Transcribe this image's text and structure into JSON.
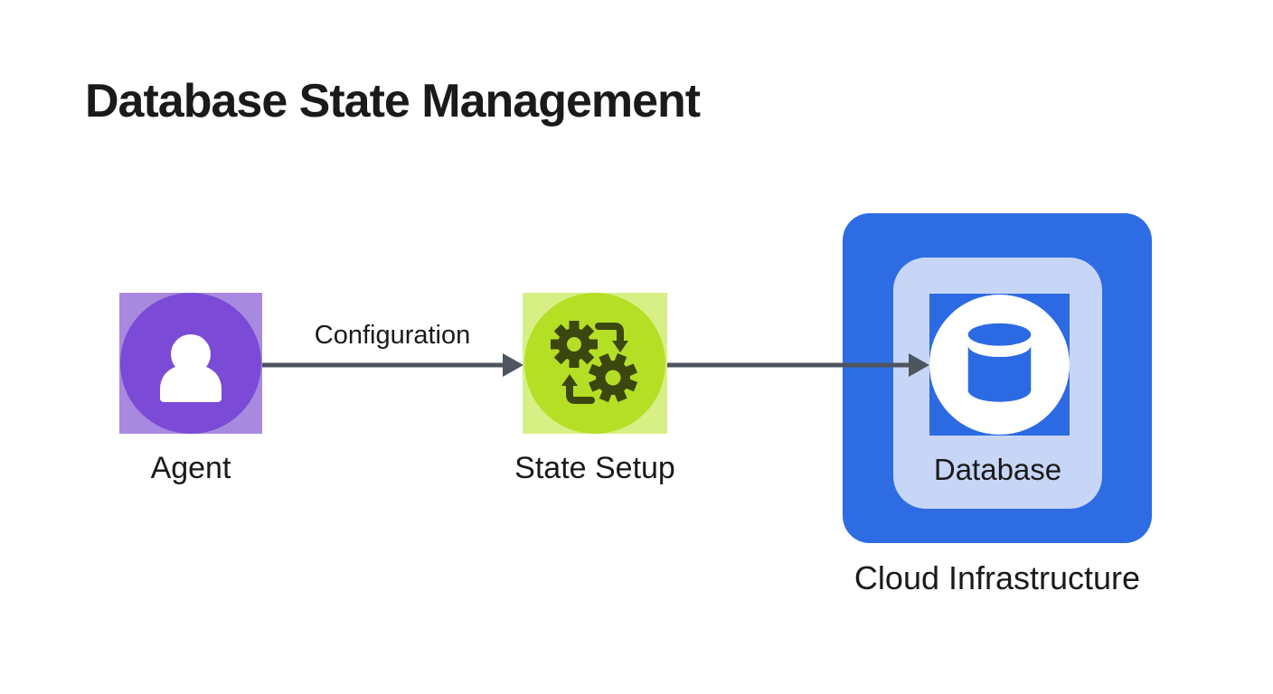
{
  "title": "Database State Management",
  "nodes": {
    "agent": {
      "label": "Agent",
      "icon": "person-icon"
    },
    "state_setup": {
      "label": "State Setup",
      "icon": "gears-sync-icon"
    },
    "database": {
      "label": "Database",
      "icon": "database-cylinder-icon"
    },
    "cloud": {
      "label": "Cloud Infrastructure"
    }
  },
  "edges": [
    {
      "from": "Agent",
      "to": "State Setup",
      "label": "Configuration"
    },
    {
      "from": "State Setup",
      "to": "Database",
      "label": ""
    }
  ],
  "colors": {
    "text": "#1a1a1a",
    "agent-square": "#a78ae0",
    "agent-circle": "#7b4ad6",
    "state-square": "#d8ef86",
    "state-circle": "#b5df25",
    "state-icon": "#3c470f",
    "cloud-outer": "#2e6ce4",
    "cloud-inner": "#c7d6f6",
    "db-square": "#2c6ae3",
    "arrow": "#4d5560"
  }
}
